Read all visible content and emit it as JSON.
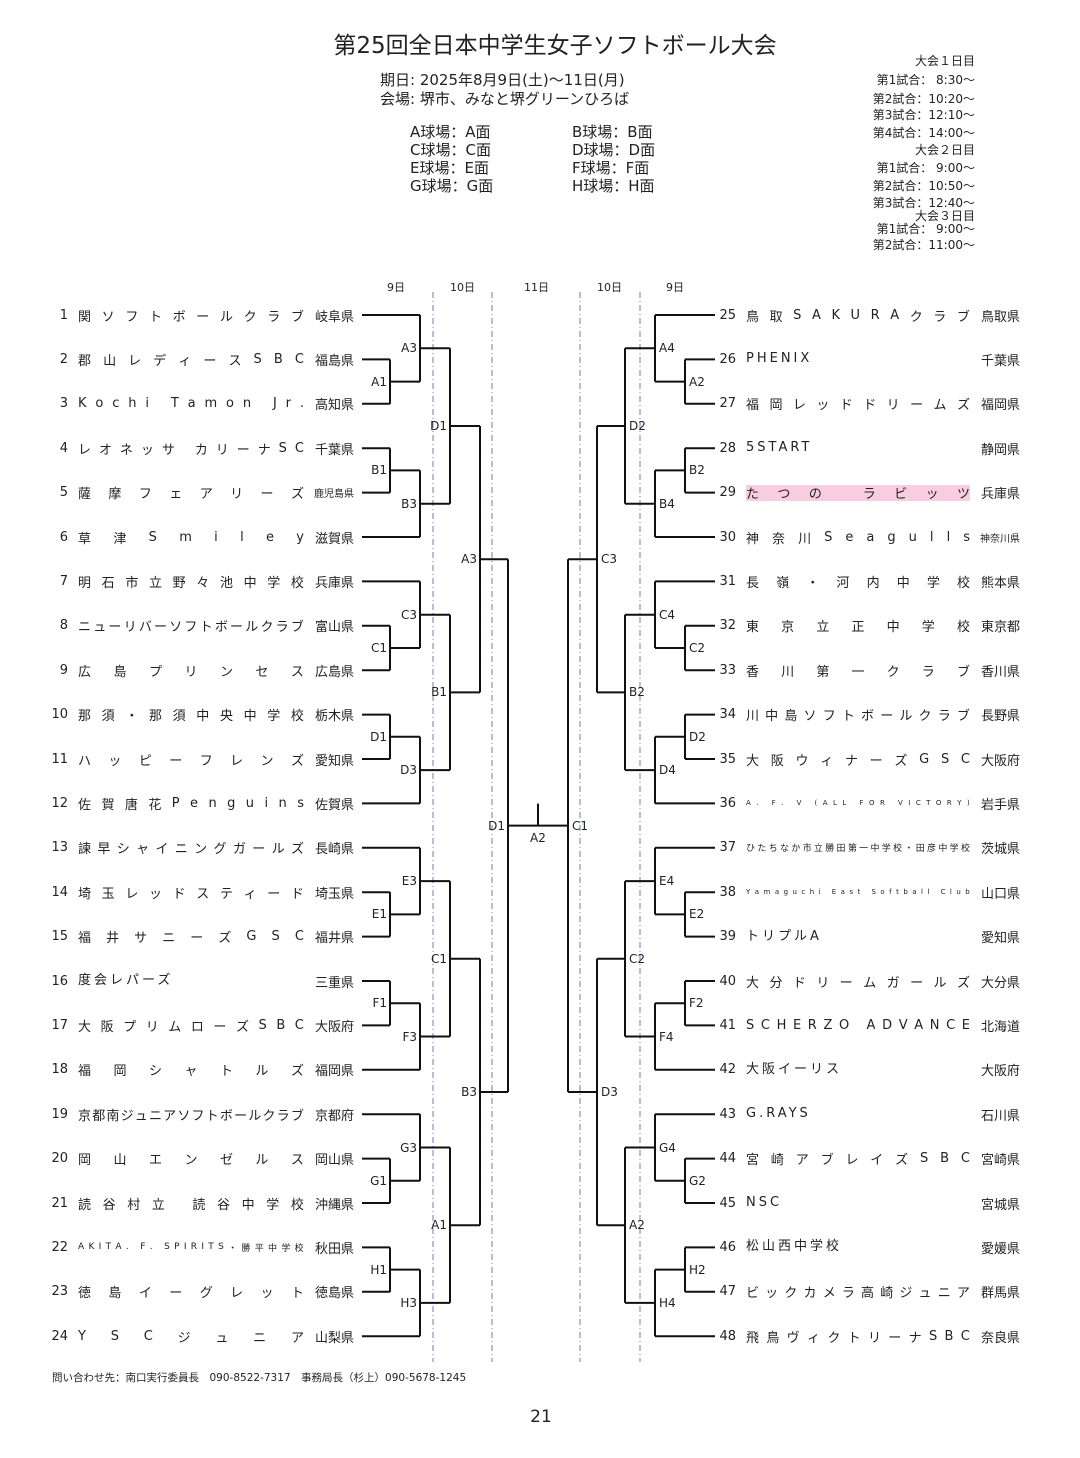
{
  "title": "第25回全日本中学生女子ソフトボール大会",
  "dates": "期日: 2025年8月9日(土)～11日(月)",
  "venue": "会場: 堺市、みなと堺グリーンひろば",
  "fields": [
    "A球場：A面",
    "B球場：B面",
    "C球場：C面",
    "D球場：D面",
    "E球場：E面",
    "F球場：F面",
    "G球場：G面",
    "H球場：H面"
  ],
  "schedule": [
    {
      "day": "大会１日目",
      "games": [
        "第1試合：  8:30～",
        "第2試合：10:20～",
        "第3試合：12:10～",
        "第4試合：14:00～"
      ]
    },
    {
      "day": "大会２日目",
      "games": [
        "第1試合：  9:00～",
        "第2試合：10:50～",
        "第3試合：12:40～"
      ]
    },
    {
      "day": "大会３日目",
      "games": [
        "第1試合：  9:00～",
        "第2試合：11:00～"
      ]
    }
  ],
  "day_headers": [
    "9日",
    "10日",
    "11日",
    "10日",
    "9日"
  ],
  "highlight_color": "#f9cde0",
  "left_teams": [
    {
      "no": "1",
      "name": "関ソフトボールクラブ",
      "pref": "岐阜県"
    },
    {
      "no": "2",
      "name": "郡山レディースSBC",
      "pref": "福島県"
    },
    {
      "no": "3",
      "name": "Kochi Tamon Jr.",
      "pref": "高知県"
    },
    {
      "no": "4",
      "name": "レオネッサ カリーナSC",
      "pref": "千葉県"
    },
    {
      "no": "5",
      "name": "薩摩フェアリーズ",
      "pref": "鹿児島県"
    },
    {
      "no": "6",
      "name": "草津Smiley",
      "pref": "滋賀県"
    },
    {
      "no": "7",
      "name": "明石市立野々池中学校",
      "pref": "兵庫県"
    },
    {
      "no": "8",
      "name": "ニューリバーソフトボールクラブ",
      "pref": "富山県"
    },
    {
      "no": "9",
      "name": "広島プリンセス",
      "pref": "広島県"
    },
    {
      "no": "10",
      "name": "那須・那須中央中学校",
      "pref": "栃木県"
    },
    {
      "no": "11",
      "name": "ハッピーフレンズ",
      "pref": "愛知県"
    },
    {
      "no": "12",
      "name": "佐賀唐花Penguins",
      "pref": "佐賀県"
    },
    {
      "no": "13",
      "name": "諫早シャイニングガールズ",
      "pref": "長崎県"
    },
    {
      "no": "14",
      "name": "埼玉レッドスティード",
      "pref": "埼玉県"
    },
    {
      "no": "15",
      "name": "福井サニーズGSC",
      "pref": "福井県"
    },
    {
      "no": "16",
      "name": "度会レパーズ",
      "pref": "三重県"
    },
    {
      "no": "17",
      "name": "大阪プリムローズSBC",
      "pref": "大阪府"
    },
    {
      "no": "18",
      "name": "福岡シャトルズ",
      "pref": "福岡県"
    },
    {
      "no": "19",
      "name": "京都南ジュニアソフトボールクラブ",
      "pref": "京都府"
    },
    {
      "no": "20",
      "name": "岡山エンゼルス",
      "pref": "岡山県"
    },
    {
      "no": "21",
      "name": "読谷村立 読谷中学校",
      "pref": "沖縄県"
    },
    {
      "no": "22",
      "name": "AKITA. F. SPIRITS・勝平中学校",
      "pref": "秋田県"
    },
    {
      "no": "23",
      "name": "徳島イーグレット",
      "pref": "徳島県"
    },
    {
      "no": "24",
      "name": "YSCジュニア",
      "pref": "山梨県"
    }
  ],
  "right_teams": [
    {
      "no": "25",
      "name": "鳥取SAKURAクラブ",
      "pref": "鳥取県"
    },
    {
      "no": "26",
      "name": "PHENIX",
      "pref": "千葉県"
    },
    {
      "no": "27",
      "name": "福岡レッドドリームズ",
      "pref": "福岡県"
    },
    {
      "no": "28",
      "name": "5START",
      "pref": "静岡県"
    },
    {
      "no": "29",
      "name": "たつの ラビッツ",
      "pref": "兵庫県",
      "highlighted": true
    },
    {
      "no": "30",
      "name": "神奈川Seagulls",
      "pref": "神奈川県"
    },
    {
      "no": "31",
      "name": "長嶺・河内中学校",
      "pref": "熊本県"
    },
    {
      "no": "32",
      "name": "東京立正中学校",
      "pref": "東京都"
    },
    {
      "no": "33",
      "name": "香川第一クラブ",
      "pref": "香川県"
    },
    {
      "no": "34",
      "name": "川中島ソフトボールクラブ",
      "pref": "長野県"
    },
    {
      "no": "35",
      "name": "大阪ウィナーズGSC",
      "pref": "大阪府"
    },
    {
      "no": "36",
      "name": "A. F. V (ALL FOR VICTORY)",
      "pref": "岩手県"
    },
    {
      "no": "37",
      "name": "ひたちなか市立勝田第一中学校・田彦中学校",
      "pref": "茨城県"
    },
    {
      "no": "38",
      "name": "Yamaguchi East Softball Club",
      "pref": "山口県"
    },
    {
      "no": "39",
      "name": "トリプルA",
      "pref": "愛知県"
    },
    {
      "no": "40",
      "name": "大分ドリームガールズ",
      "pref": "大分県"
    },
    {
      "no": "41",
      "name": "SCHERZO ADVANCE",
      "pref": "北海道"
    },
    {
      "no": "42",
      "name": "大阪イーリス",
      "pref": "大阪府"
    },
    {
      "no": "43",
      "name": "G.RAYS",
      "pref": "石川県"
    },
    {
      "no": "44",
      "name": "宮崎アブレイズSBC",
      "pref": "宮崎県"
    },
    {
      "no": "45",
      "name": "NSC",
      "pref": "宮城県"
    },
    {
      "no": "46",
      "name": "松山西中学校",
      "pref": "愛媛県"
    },
    {
      "no": "47",
      "name": "ビックカメラ高崎ジュニア",
      "pref": "群馬県"
    },
    {
      "no": "48",
      "name": "飛鳥ヴィクトリーナSBC",
      "pref": "奈良県"
    }
  ],
  "left_matches": {
    "round1": [
      "A1",
      "B1",
      "C1",
      "D1",
      "E1",
      "F1",
      "G1",
      "H1"
    ],
    "round1b": [
      "A3",
      "B3",
      "C3",
      "D3",
      "E3",
      "F3",
      "G3",
      "H3"
    ],
    "round2": [
      "D1",
      "B1",
      "C1",
      "A1"
    ],
    "round3": [
      "A3",
      "B3"
    ],
    "semi": "D1"
  },
  "right_matches": {
    "round1": [
      "A2",
      "B2",
      "C2",
      "D2",
      "E2",
      "F2",
      "G2",
      "H2"
    ],
    "round1b": [
      "A4",
      "B4",
      "C4",
      "D4",
      "E4",
      "F4",
      "G4",
      "H4"
    ],
    "round2": [
      "D2",
      "B2",
      "C2",
      "A2"
    ],
    "round3": [
      "C3",
      "D3"
    ],
    "semi": "C1"
  },
  "final": "A2",
  "footer": "問い合わせ先：南口実行委員長　090-8522-7317　事務局長（杉上）090-5678-1245",
  "page_number": "21"
}
